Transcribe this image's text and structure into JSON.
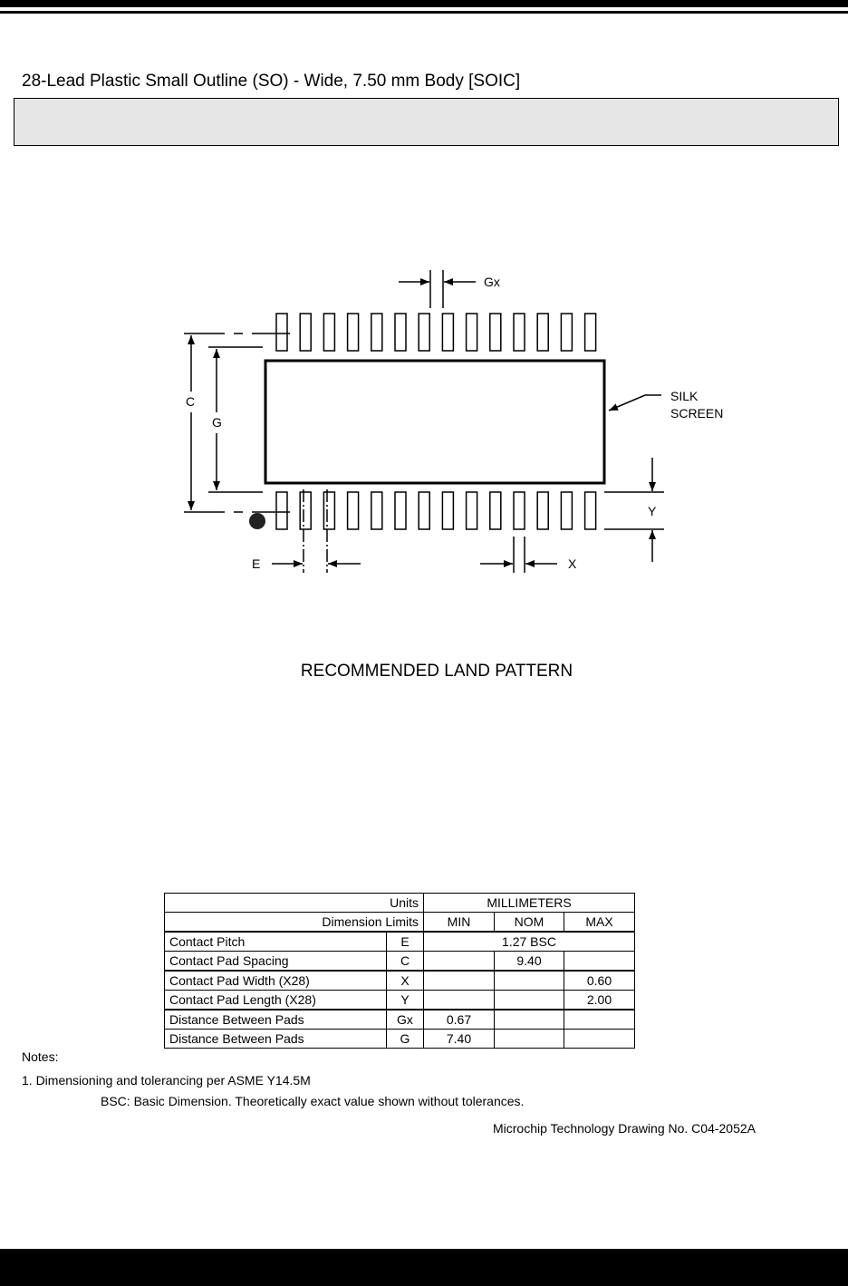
{
  "title": "28-Lead Plastic Small Outline (SO) - Wide,  7.50 mm Body  [SOIC]",
  "diagram": {
    "pads_per_row": 14,
    "labels": {
      "gx": "Gx",
      "c": "C",
      "g": "G",
      "silk1": "SILK",
      "silk2": "SCREEN",
      "y": "Y",
      "e": "E",
      "x": "X"
    },
    "caption": "RECOMMENDED LAND PATTERN"
  },
  "table": {
    "units_label": "Units",
    "units_value": "MILLIMETERS",
    "limits_label": "Dimension Limits",
    "min": "MIN",
    "nom": "NOM",
    "max": "MAX",
    "rows": [
      {
        "name": "Contact Pitch",
        "sym": "E",
        "span": "1.27 BSC"
      },
      {
        "name": "Contact Pad Spacing",
        "sym": "C",
        "min": "",
        "nom": "9.40",
        "max": ""
      },
      {
        "name": "Contact Pad Width (X28)",
        "sym": "X",
        "min": "",
        "nom": "",
        "max": "0.60"
      },
      {
        "name": "Contact Pad Length (X28)",
        "sym": "Y",
        "min": "",
        "nom": "",
        "max": "2.00"
      },
      {
        "name": "Distance Between Pads",
        "sym": "Gx",
        "min": "0.67",
        "nom": "",
        "max": ""
      },
      {
        "name": "Distance Between Pads",
        "sym": "G",
        "min": "7.40",
        "nom": "",
        "max": ""
      }
    ]
  },
  "notes": {
    "heading": "Notes:",
    "note1": "1. Dimensioning and tolerancing per ASME Y14.5M",
    "bsc": "BSC: Basic Dimension. Theoretically exact value shown without tolerances.",
    "drawing_no": "Microchip Technology Drawing No. C04-2052A"
  }
}
